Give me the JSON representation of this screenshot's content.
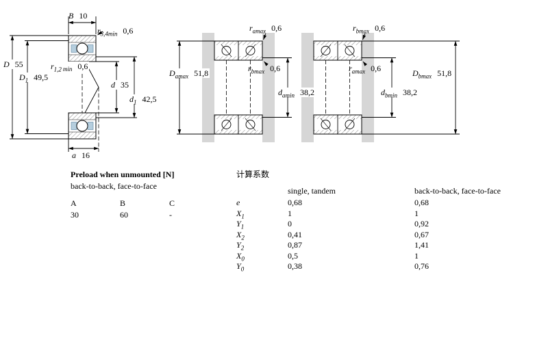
{
  "colors": {
    "background": "#ffffff",
    "line": "#000000",
    "abutment_gray": "#d6d6d6",
    "cage_blue": "#b5cede"
  },
  "left_diagram": {
    "labels": {
      "B": {
        "sym": "B",
        "sub": "",
        "val": "10"
      },
      "r34": {
        "sym": "r",
        "sub": "3,4min",
        "val": "0,6"
      },
      "D": {
        "sym": "D",
        "sub": "",
        "val": "55"
      },
      "D1": {
        "sym": "D",
        "sub": "1",
        "val": "49,5"
      },
      "r12": {
        "sym": "r",
        "sub": "1,2",
        "sfx": "min",
        "val": "0,6"
      },
      "d": {
        "sym": "d",
        "sub": "",
        "val": "35"
      },
      "d1": {
        "sym": "d",
        "sub": "1",
        "val": "42,5"
      },
      "a": {
        "sym": "a",
        "sub": "",
        "val": "16"
      }
    }
  },
  "pair1": {
    "labels": {
      "ra_top": {
        "sym": "r",
        "sub": "amax",
        "val": "0,6"
      },
      "Da": {
        "sym": "D",
        "sub": "amax",
        "val": "51,8"
      },
      "rb_mid": {
        "sym": "r",
        "sub": "bmax",
        "val": "0,6"
      },
      "da": {
        "sym": "d",
        "sub": "amin",
        "val": "38,2"
      }
    }
  },
  "pair2": {
    "labels": {
      "rb_top": {
        "sym": "r",
        "sub": "bmax",
        "val": "0,6"
      },
      "ra_mid": {
        "sym": "r",
        "sub": "amax",
        "val": "0,6"
      },
      "db": {
        "sym": "d",
        "sub": "bmin",
        "val": "38,2"
      },
      "Db": {
        "sym": "D",
        "sub": "bmax",
        "val": "51,8"
      }
    }
  },
  "preload": {
    "title": "Preload when unmounted [N]",
    "subtitle": "back-to-back, face-to-face",
    "headers": [
      "A",
      "B",
      "C"
    ],
    "values": [
      "30",
      "60",
      "-"
    ]
  },
  "factors": {
    "title": "计算系数",
    "col1_header": "single, tandem",
    "col2_header": "back-to-back, face-to-face",
    "rows": [
      {
        "sym": "e",
        "sub": "",
        "v1": "0,68",
        "v2": "0,68"
      },
      {
        "sym": "X",
        "sub": "1",
        "v1": "1",
        "v2": "1"
      },
      {
        "sym": "Y",
        "sub": "1",
        "v1": "0",
        "v2": "0,92"
      },
      {
        "sym": "X",
        "sub": "2",
        "v1": "0,41",
        "v2": "0,67"
      },
      {
        "sym": "Y",
        "sub": "2",
        "v1": "0,87",
        "v2": "1,41"
      },
      {
        "sym": "X",
        "sub": "0",
        "v1": "0,5",
        "v2": "1"
      },
      {
        "sym": "Y",
        "sub": "0",
        "v1": "0,38",
        "v2": "0,76"
      }
    ]
  }
}
